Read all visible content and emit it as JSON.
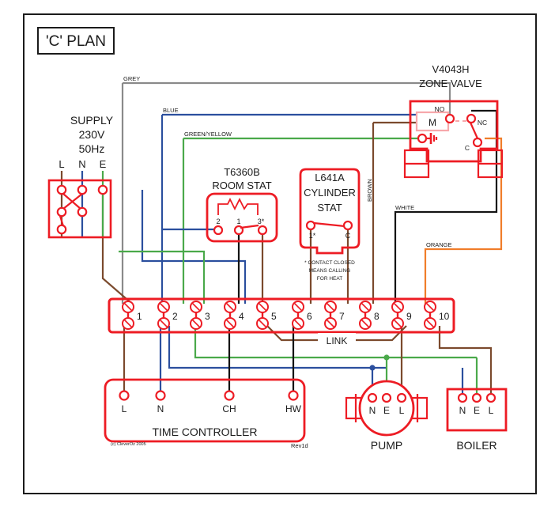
{
  "diagram": {
    "title": "'C' PLAN",
    "revision": "Rev1d",
    "copyright": "(c) CleverOz 2005"
  },
  "supply": {
    "title_line1": "SUPPLY",
    "title_line2": "230V",
    "title_line3": "50Hz",
    "terminals": [
      "L",
      "N",
      "E"
    ]
  },
  "room_stat": {
    "model": "T6360B",
    "name": "ROOM STAT",
    "terminals": [
      "2",
      "1",
      "3*"
    ]
  },
  "cylinder_stat": {
    "model": "L641A",
    "name_line1": "CYLINDER",
    "name_line2": "STAT",
    "terminals": [
      "1*",
      "C"
    ],
    "note_line1": "* CONTACT CLOSED",
    "note_line2": "MEANS CALLING",
    "note_line3": "FOR HEAT"
  },
  "zone_valve": {
    "model": "V4043H",
    "name": "ZONE VALVE",
    "motor_label": "M",
    "terminals": [
      "NO",
      "NC",
      "C"
    ]
  },
  "terminal_block": {
    "numbers": [
      "1",
      "2",
      "3",
      "4",
      "5",
      "6",
      "7",
      "8",
      "9",
      "10"
    ],
    "link_label": "LINK"
  },
  "time_controller": {
    "name": "TIME CONTROLLER",
    "terminals": [
      "L",
      "N",
      "CH",
      "HW"
    ]
  },
  "pump": {
    "name": "PUMP",
    "terminals": [
      "N",
      "E",
      "L"
    ]
  },
  "boiler": {
    "name": "BOILER",
    "terminals": [
      "N",
      "E",
      "L"
    ]
  },
  "wire_labels": {
    "grey": "GREY",
    "blue": "BLUE",
    "green_yellow": "GREEN/YELLOW",
    "brown": "BROWN",
    "white": "WHITE",
    "orange": "ORANGE"
  },
  "colors": {
    "component_red": "#ed1c24",
    "component_red_light": "#f7a8ab",
    "wire_brown": "#7b4a2d",
    "wire_blue": "#2b4f9e",
    "wire_green": "#4aa94a",
    "wire_grey": "#8a8a8a",
    "wire_white": "#141414",
    "wire_orange": "#f07d2a",
    "text": "#1b1b1b"
  }
}
